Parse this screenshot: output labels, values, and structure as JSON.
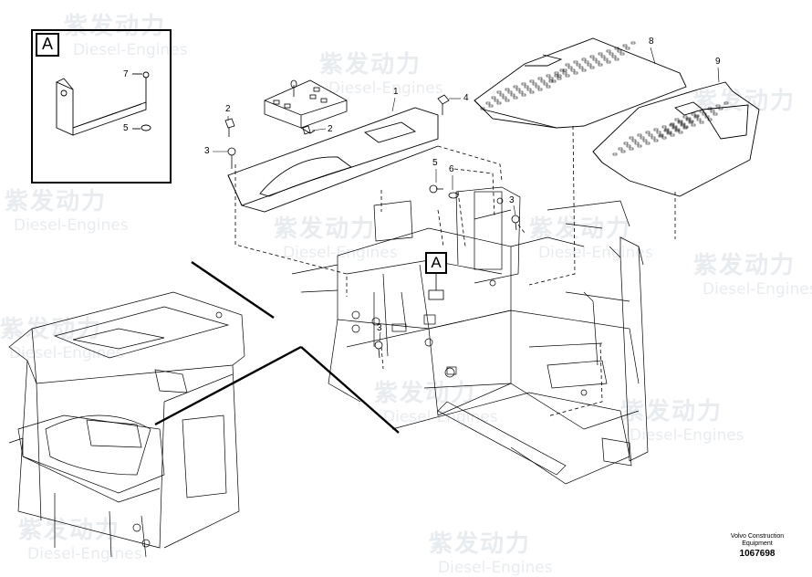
{
  "callout_label": "A",
  "detail_ref_label": "A",
  "part_numbers": {
    "p1": "1",
    "p2a": "2",
    "p2b": "2",
    "p3a": "3",
    "p3b": "3",
    "p3c": "3",
    "p4": "4",
    "p5a": "5",
    "p5b": "5",
    "p6": "6",
    "p7": "7",
    "p8": "8",
    "p9": "9"
  },
  "footer": {
    "company": "Volvo Construction",
    "subtitle": "Equipment",
    "drawing_id": "1067698"
  },
  "watermark": {
    "chinese": "紫发动力",
    "english": "Diesel-Engines"
  },
  "colors": {
    "line": "#000000",
    "watermark": "#e9ecef"
  }
}
